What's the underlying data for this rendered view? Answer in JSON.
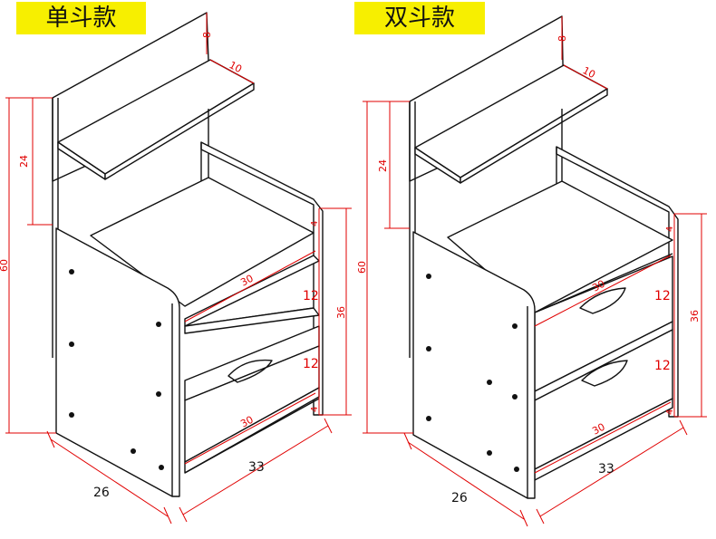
{
  "labels": {
    "single_drawer": "单斗款",
    "double_drawer": "双斗款"
  },
  "left": {
    "shelf_height": "8",
    "shelf_depth": "10",
    "upper_gap": "24",
    "total_height": "60",
    "top_margin": "4",
    "width_upper": "30",
    "compartment": "12",
    "drawer": "12",
    "body_height": "36",
    "bottom_margin": "4",
    "width_lower": "30",
    "depth": "26",
    "width_outer": "33"
  },
  "right": {
    "shelf_height": "8",
    "shelf_depth": "10",
    "upper_gap": "24",
    "total_height": "60",
    "top_margin": "4",
    "width_upper": "30",
    "drawer1": "12",
    "drawer2": "12",
    "body_height": "36",
    "bottom_margin": "4",
    "width_lower": "30",
    "depth": "26",
    "width_outer": "33"
  },
  "colors": {
    "dimension": "#e00000",
    "badge": "#f7ef00"
  }
}
